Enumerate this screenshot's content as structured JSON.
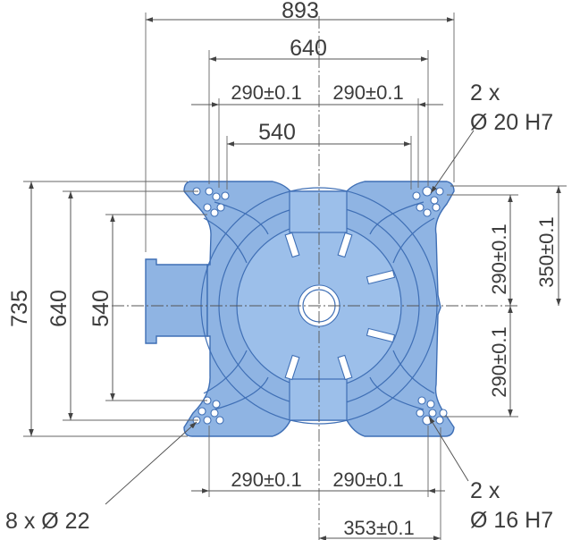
{
  "dimensions": {
    "top_overall": "893",
    "top_outer": "640",
    "top_left_pitch": "290±0.1",
    "top_right_pitch": "290±0.1",
    "top_inner": "540",
    "left_overall": "735",
    "left_outer": "640",
    "left_inner": "540",
    "right_upper_pitch": "290±0.1",
    "right_lower_pitch": "290±0.1",
    "right_offset": "350±0.1",
    "bottom_left_pitch": "290±0.1",
    "bottom_right_pitch": "290±0.1",
    "bottom_offset": "353±0.1"
  },
  "callouts": {
    "top_right_count": "2 x",
    "top_right_spec": "Ø 20 H7",
    "bottom_left": "8 x Ø 22",
    "bottom_right_count": "2 x",
    "bottom_right_spec": "Ø 16 H7"
  },
  "colors": {
    "body_fill": "#8fb4e3",
    "body_stroke": "#3f6fb5",
    "dimension_text": "#3c3c3c"
  }
}
